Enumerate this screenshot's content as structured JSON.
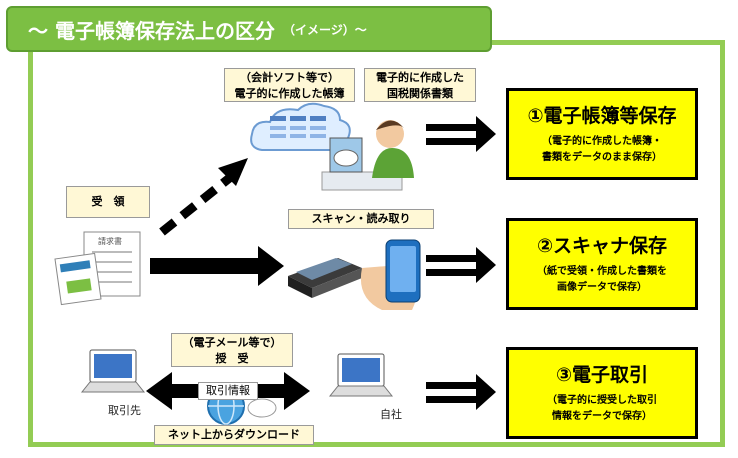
{
  "title": {
    "main": "〜 電子帳簿保存法上の区分",
    "sub": "（イメージ）〜"
  },
  "top_labels": {
    "left_line1": "（会計ソフト等で）",
    "left_line2": "電子的に作成した帳簿",
    "right_line1": "電子的に作成した",
    "right_line2": "国税関係書類"
  },
  "receipt_label": "受　領",
  "invoice_header": "請求書",
  "scan_label": "スキャン・読み取り",
  "email_label": {
    "line1": "（電子メール等で）",
    "line2": "授　受"
  },
  "transaction_info": "取引情報",
  "download_label": "ネット上からダウンロード",
  "partner_label": "取引先",
  "own_company_label": "自社",
  "categories": [
    {
      "title": "①電子帳簿等保存",
      "line1": "（電子的に作成した帳簿・",
      "line2": "書類をデータのまま保存）"
    },
    {
      "title": "②スキャナ保存",
      "line1": "（紙で受領・作成した書類を",
      "line2": "画像データで保存）"
    },
    {
      "title": "③電子取引",
      "line1": "（電子的に授受した取引",
      "line2": "情報をデータで保存）"
    }
  ],
  "colors": {
    "green": "#7cbf43",
    "frame": "#93cc54",
    "yellow": "#ffff00"
  }
}
